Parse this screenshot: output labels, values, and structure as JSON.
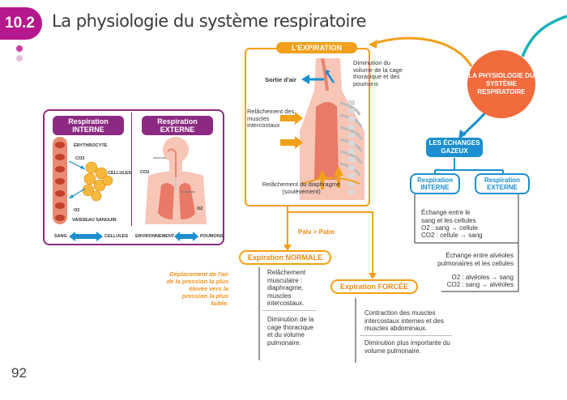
{
  "header": {
    "chapter": "10.2",
    "title": "La physiologie du système respiratoire"
  },
  "page_number": "92",
  "left_panel": {
    "interne_label": "Respiration\nINTERNE",
    "externe_label": "Respiration\nEXTERNE",
    "erythrocyte": "ÉRYTHROCYTE",
    "co2": "CO2",
    "o2": "O2",
    "cellules": "CELLULES",
    "vaisseau": "VAISSEAU SANGUIN",
    "sang": "SANG",
    "cellules_bottom": "CELLULES",
    "environnement": "ENVIRONNEMENT",
    "poumons": "POUMONS"
  },
  "expiration": {
    "title": "L'EXPIRATION",
    "sortie": "Sortie d'air",
    "diminution_volume": "Diminution du volume de la cage thoracique et des poumons",
    "relachement_muscles": "Relâchement des muscles intercostaux",
    "relachement_diaphragme": "Relâchement du diaphragme (soulèvement)",
    "palv": "Palv > Patm"
  },
  "normale": {
    "title": "Expiration NORMALE",
    "item1": "Relâchement musculaire : diaphragme, muscles intercostaux.",
    "item2": "Diminution de la cage thoracique et du volume pulmonaire."
  },
  "forcee": {
    "title": "Expiration FORCÉE",
    "item1": "Contraction des muscles intercostaux internes et des muscles abdominaux.",
    "item2": "Diminution plus importante du volume pulmonaire."
  },
  "note": "Déplacement de l'air de la pression la plus élevée vers la pression la plus faible.",
  "central": "LA PHYSIOLOGIE DU SYSTÈME RESPIRATOIRE",
  "echanges": {
    "title": "LES ÉCHANGES GAZEUX",
    "interne": "Respiration INTERNE",
    "externe": "Respiration EXTERNE",
    "interne_text1": "Échange entre le sang et les cellules",
    "interne_o2": "O2 : sang → cellule",
    "interne_co2": "CO2 : cellule → sang",
    "externe_text1": "Échange entre alvéoles pulmonaires et les cellules",
    "externe_o2": "O2 : alvéoles → sang",
    "externe_co2": "CO2 : sang → alvéoles"
  },
  "colors": {
    "magenta": "#b5178c",
    "purple": "#8c2a82",
    "orange": "#f2a019",
    "coral": "#f16b3c",
    "blue": "#1b8fcf",
    "teal": "#1ab1b8"
  }
}
